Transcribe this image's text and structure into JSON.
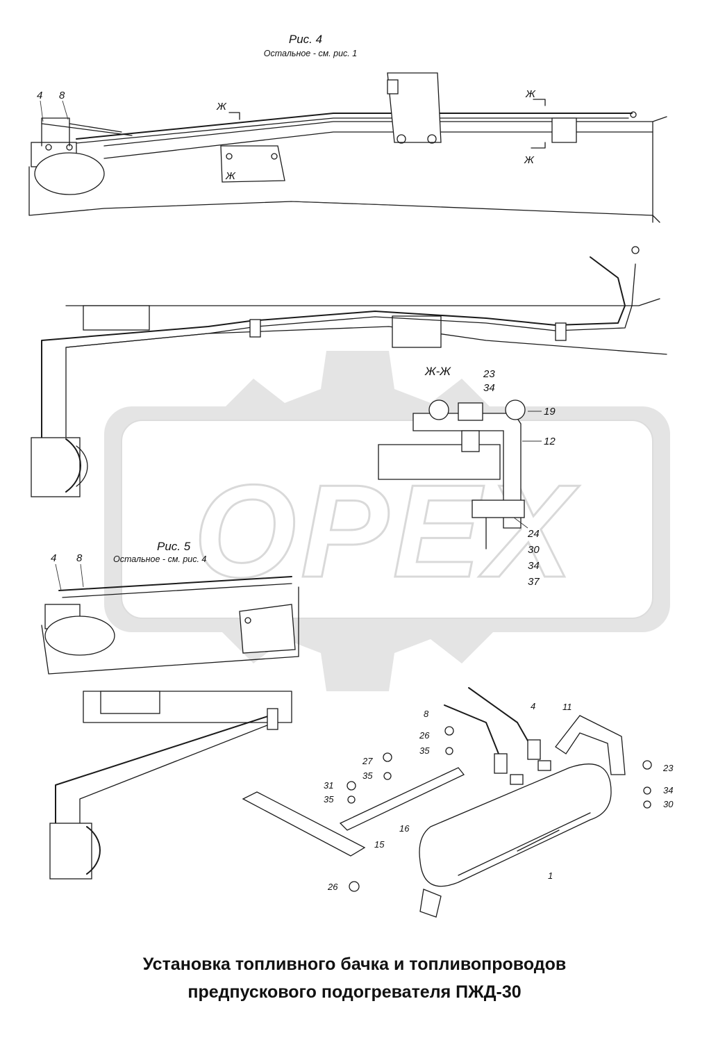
{
  "figure4": {
    "caption": "Рис. 4",
    "note": "Остальное - см. рис. 1"
  },
  "figure5": {
    "caption": "Рис. 5",
    "note": "Остальное - см. рис. 4"
  },
  "section": {
    "title": "Ж-Ж",
    "marker": "Ж"
  },
  "watermark": {
    "text": "OPEX"
  },
  "labels": {
    "p4_4": "4",
    "p4_8": "8",
    "p5_4": "4",
    "p5_8": "8",
    "sec_23_34": [
      "23",
      "34"
    ],
    "sec_19": "19",
    "sec_12": "12",
    "sec_bolt": [
      "24",
      "30",
      "34",
      "37"
    ],
    "exp_8": "8",
    "exp_4": "4",
    "exp_11": "11",
    "exp_26a": "26",
    "exp_35a": "35",
    "exp_27": "27",
    "exp_35b": "35",
    "exp_31": "31",
    "exp_35c": "35",
    "exp_16": "16",
    "exp_15": "15",
    "exp_26b": "26",
    "exp_1": "1",
    "exp_23": "23",
    "exp_34": "34",
    "exp_30": "30"
  },
  "title": {
    "line1": "Установка топливного бачка и топливопроводов",
    "line2": "предпускового подогревателя ПЖД-30"
  }
}
